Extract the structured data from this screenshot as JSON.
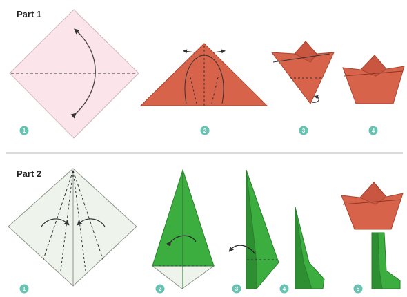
{
  "colors": {
    "pink_paper": "#fbe4ea",
    "red_paper": "#d6634a",
    "red_dark": "#b94a34",
    "green_paper": "#3cae3f",
    "green_dark": "#2d8f32",
    "white_paper": "#eef3ec",
    "step_circle": "#67c2b1",
    "divider": "#dcdcdc",
    "line": "#333333"
  },
  "parts": [
    {
      "title": "Part 1",
      "steps": [
        {
          "num": "1"
        },
        {
          "num": "2"
        },
        {
          "num": "3"
        },
        {
          "num": "4"
        }
      ]
    },
    {
      "title": "Part 2",
      "steps": [
        {
          "num": "1"
        },
        {
          "num": "2"
        },
        {
          "num": "3"
        },
        {
          "num": "4"
        },
        {
          "num": "5"
        }
      ]
    }
  ]
}
